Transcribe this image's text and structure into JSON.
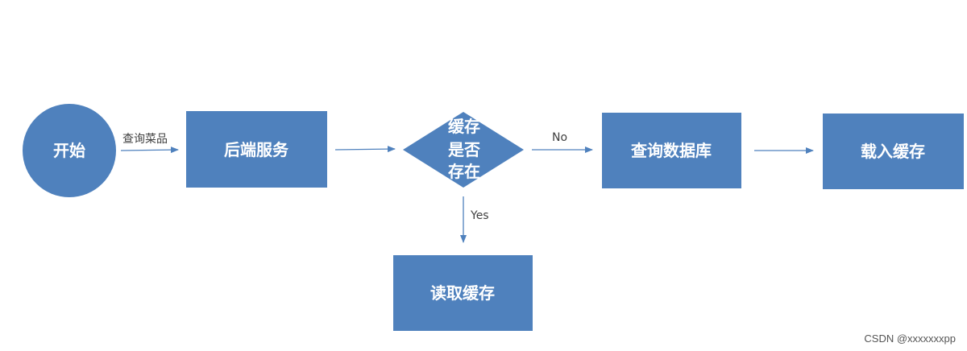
{
  "colors": {
    "node_fill": "#4f81bd",
    "node_text": "#ffffff",
    "edge": "#4f81bd",
    "edge_label": "#404040",
    "background": "#ffffff"
  },
  "nodes": {
    "start": {
      "shape": "circle",
      "label": "开始"
    },
    "backend": {
      "shape": "rectangle",
      "label": "后端服务"
    },
    "cache_check": {
      "shape": "diamond",
      "label_lines": [
        "缓存",
        "是否",
        "存在"
      ]
    },
    "query_db": {
      "shape": "rectangle",
      "label": "查询数据库"
    },
    "load_cache": {
      "shape": "rectangle",
      "label": "载入缓存"
    },
    "read_cache": {
      "shape": "rectangle",
      "label": "读取缓存"
    }
  },
  "edges": {
    "start_to_backend": {
      "from": "start",
      "to": "backend",
      "label": "查询菜品"
    },
    "backend_to_check": {
      "from": "backend",
      "to": "cache_check",
      "label": ""
    },
    "check_to_db": {
      "from": "cache_check",
      "to": "query_db",
      "label": "No"
    },
    "db_to_load": {
      "from": "query_db",
      "to": "load_cache",
      "label": ""
    },
    "check_to_read": {
      "from": "cache_check",
      "to": "read_cache",
      "label": "Yes"
    }
  },
  "watermark": "CSDN @xxxxxxxpp"
}
